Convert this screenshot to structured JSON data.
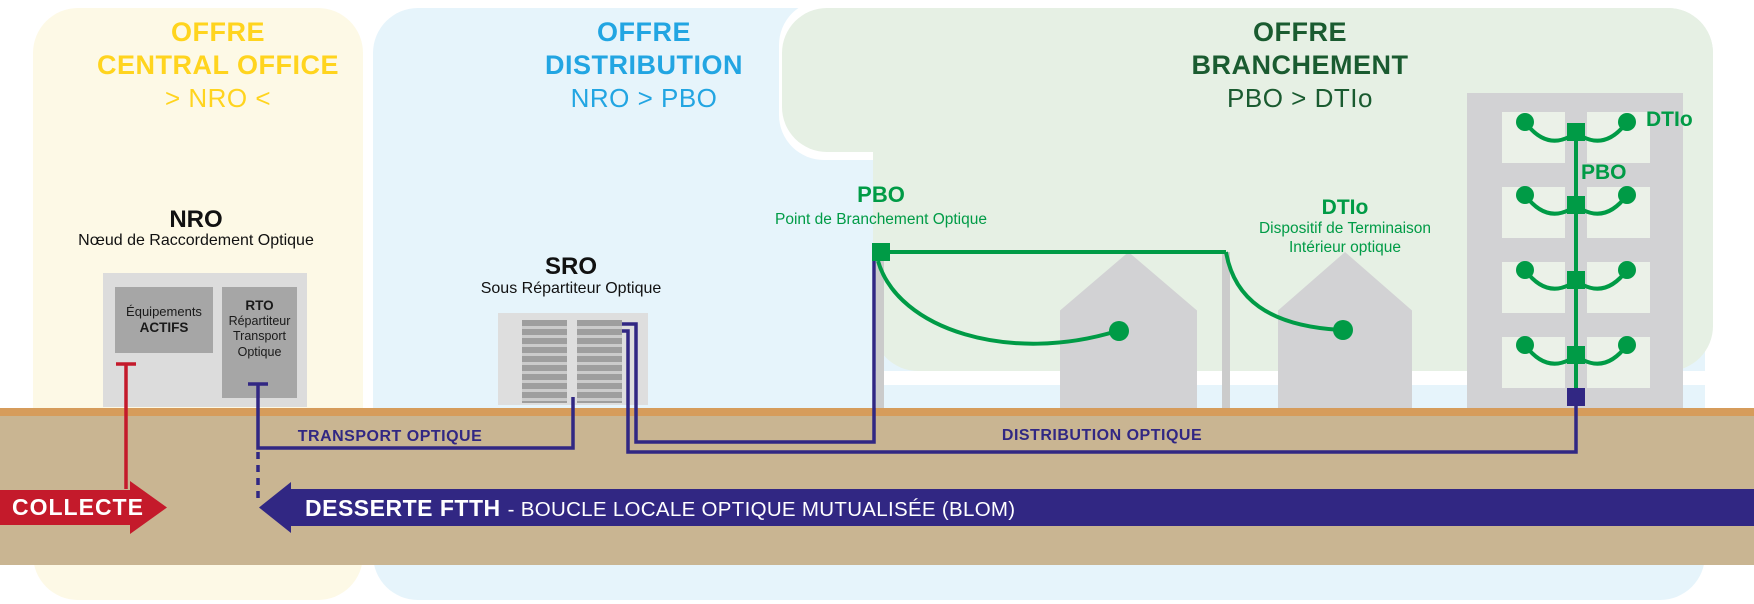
{
  "colors": {
    "yellow": "#FFD41E",
    "blue": "#22A5E2",
    "dark_green": "#1A5B30",
    "green": "#009B46",
    "navy": "#312783",
    "red": "#C41A2B",
    "ground_tan": "#C9B592",
    "ground_stripe": "#D69C5B",
    "panel_cream": "#FDF9E6",
    "panel_blue": "#E6F4FB",
    "panel_green": "#E6F0E4",
    "gray_structure": "#D2D2D4",
    "gray_equipment": "#A6A6A6"
  },
  "panels": {
    "central_office": {
      "line1": "OFFRE",
      "line2": "CENTRAL OFFICE",
      "subtitle": "> NRO <"
    },
    "distribution": {
      "line1": "OFFRE",
      "line2": "DISTRIBUTION",
      "subtitle": "NRO > PBO"
    },
    "branchement": {
      "line1": "OFFRE",
      "line2": "BRANCHEMENT",
      "subtitle": "PBO > DTIo"
    }
  },
  "nodes": {
    "nro": {
      "abbr": "NRO",
      "full": "Nœud de Raccordement Optique"
    },
    "sro": {
      "abbr": "SRO",
      "full": "Sous Répartiteur Optique"
    },
    "pbo": {
      "abbr": "PBO",
      "full": "Point de Branchement Optique"
    },
    "dtio": {
      "abbr": "DTIo",
      "full_line1": "Dispositif de Terminaison",
      "full_line2": "Intérieur optique"
    },
    "building_pbo": {
      "abbr": "PBO"
    },
    "building_dtio": {
      "abbr": "DTIo"
    }
  },
  "equipment": {
    "actifs": {
      "line1": "Équipements",
      "line2": "ACTIFS"
    },
    "rto": {
      "abbr": "RTO",
      "line1": "Répartiteur",
      "line2": "Transport",
      "line3": "Optique"
    }
  },
  "segments": {
    "transport": "TRANSPORT OPTIQUE",
    "distribution": "DISTRIBUTION OPTIQUE"
  },
  "arrows": {
    "collecte": {
      "label": "COLLECTE"
    },
    "desserte": {
      "bold": "DESSERTE FTTH",
      "rest": "- BOUCLE LOCALE OPTIQUE MUTUALISÉE (BLOM)"
    }
  }
}
